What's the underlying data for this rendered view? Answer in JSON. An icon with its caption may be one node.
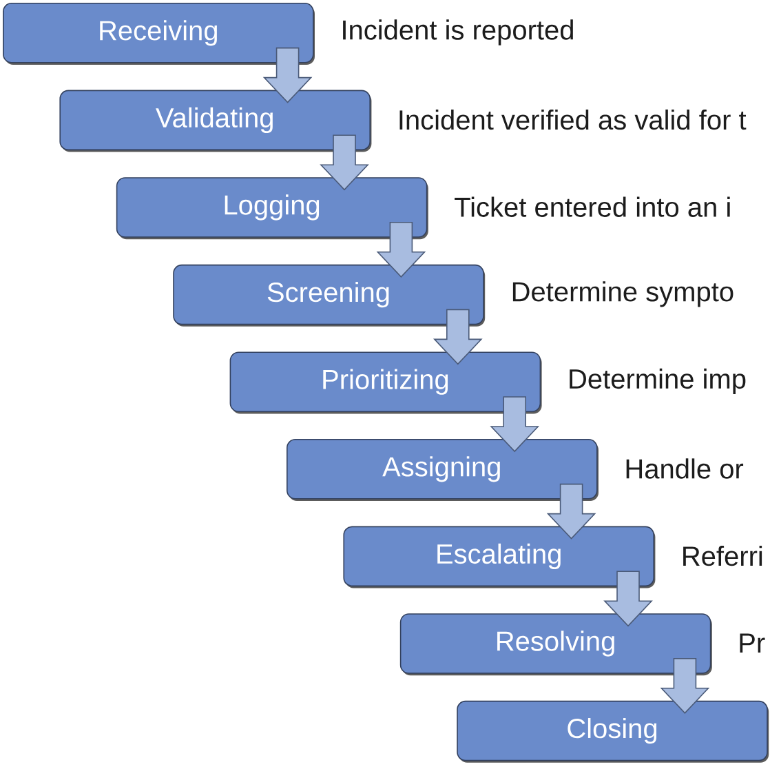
{
  "diagram": {
    "nodes": [
      {
        "text": [
          "Receiving"
        ],
        "beside": [
          "Incident is reported"
        ]
      },
      {
        "text": [
          "Validating"
        ],
        "beside": [
          "Incident verified as valid for t"
        ]
      },
      {
        "text": [
          "Logging"
        ],
        "beside": [
          "Ticket entered into an i"
        ]
      },
      {
        "text": [
          "Screening"
        ],
        "beside": [
          "Determine sympto"
        ]
      },
      {
        "text": [
          "Prioritizing"
        ],
        "beside": [
          "Determine imp"
        ]
      },
      {
        "text": [
          "Assigning"
        ],
        "beside": [
          "Handle or"
        ]
      },
      {
        "text": [
          "Escalating"
        ],
        "beside": [
          "Referri"
        ]
      },
      {
        "text": [
          "Resolving"
        ],
        "beside": [
          "Pr"
        ]
      },
      {
        "text": [
          "Closing"
        ]
      }
    ],
    "edges": [
      {
        "from": 0,
        "to": 1,
        "arrow": "to"
      },
      {
        "from": 1,
        "to": 2,
        "arrow": "to"
      },
      {
        "from": 2,
        "to": 3,
        "arrow": "to"
      },
      {
        "from": 3,
        "to": 4,
        "arrow": "to"
      },
      {
        "from": 4,
        "to": 5,
        "arrow": "to"
      },
      {
        "from": 5,
        "to": 6,
        "arrow": "to"
      },
      {
        "from": 6,
        "to": 7,
        "arrow": "to"
      },
      {
        "from": 7,
        "to": 8,
        "arrow": "to"
      }
    ]
  }
}
